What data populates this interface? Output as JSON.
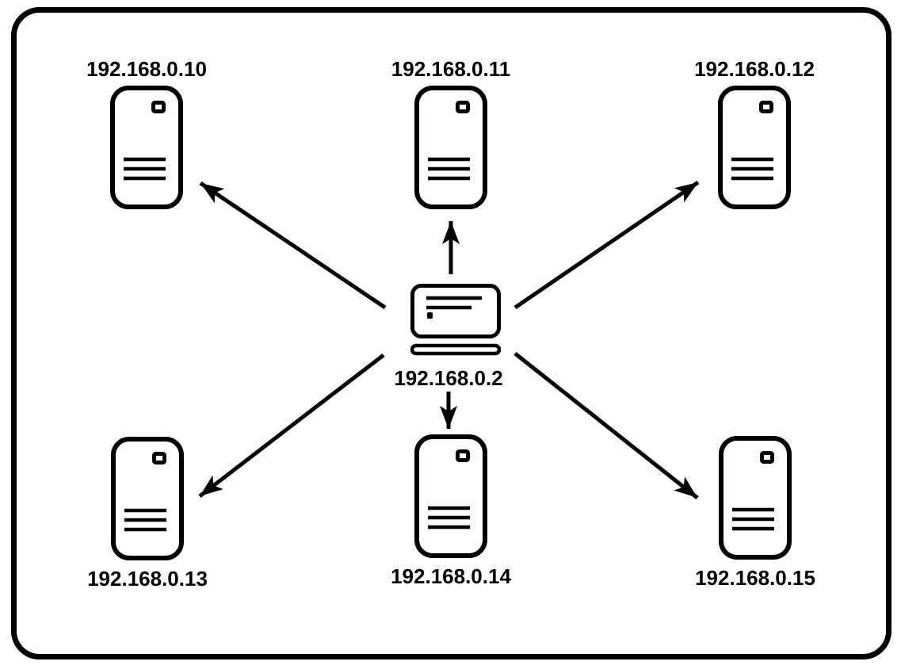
{
  "diagram": {
    "type": "network-topology",
    "background_color": "#ffffff",
    "stroke_color": "#000000",
    "client": {
      "ip": "192.168.0.2",
      "icon": "laptop-icon"
    },
    "servers": [
      {
        "ip": "192.168.0.10",
        "icon": "server-icon",
        "position": "top-left"
      },
      {
        "ip": "192.168.0.11",
        "icon": "server-icon",
        "position": "top-center"
      },
      {
        "ip": "192.168.0.12",
        "icon": "server-icon",
        "position": "top-right"
      },
      {
        "ip": "192.168.0.13",
        "icon": "server-icon",
        "position": "bottom-left"
      },
      {
        "ip": "192.168.0.14",
        "icon": "server-icon",
        "position": "bottom-center"
      },
      {
        "ip": "192.168.0.15",
        "icon": "server-icon",
        "position": "bottom-right"
      }
    ],
    "connections": [
      {
        "from": "192.168.0.2",
        "to": "192.168.0.10",
        "direction": "up-left"
      },
      {
        "from": "192.168.0.2",
        "to": "192.168.0.11",
        "direction": "up"
      },
      {
        "from": "192.168.0.2",
        "to": "192.168.0.12",
        "direction": "up-right"
      },
      {
        "from": "192.168.0.2",
        "to": "192.168.0.13",
        "direction": "down-left"
      },
      {
        "from": "192.168.0.2",
        "to": "192.168.0.14",
        "direction": "down"
      },
      {
        "from": "192.168.0.2",
        "to": "192.168.0.15",
        "direction": "down-right"
      }
    ]
  }
}
